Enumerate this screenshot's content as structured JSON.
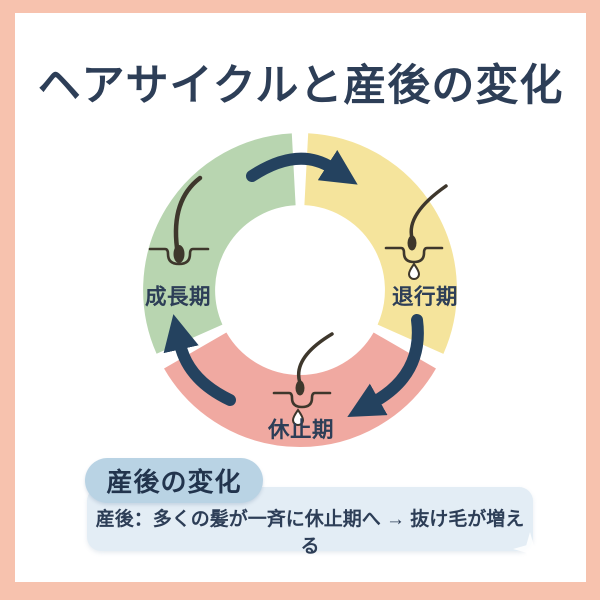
{
  "title": "ヘアサイクルと産後の変化",
  "cycle": {
    "phases": [
      {
        "label": "成長期",
        "color": "#b8d5b0"
      },
      {
        "label": "退行期",
        "color": "#f5e49c"
      },
      {
        "label": "休止期",
        "color": "#f0a9a1"
      }
    ],
    "arrow_color": "#24425f"
  },
  "postpartum_box": {
    "heading": "産後の変化",
    "body": "産後：多くの髪が一斉に休止期へ → 抜け毛が増える",
    "tab_color": "#b9d3e4",
    "body_color": "#e3edf5"
  },
  "colors": {
    "frame_border": "#f7c2ae",
    "card_background": "#ffffff",
    "text_navy": "#2d3e57",
    "hair_icon": "#3e372c",
    "sparkle": "#ffffff"
  }
}
